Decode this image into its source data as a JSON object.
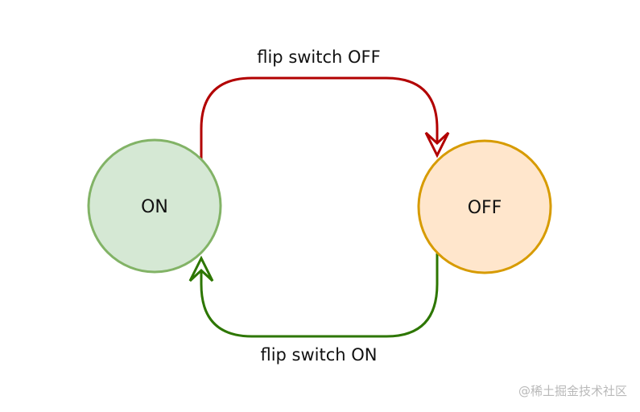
{
  "diagram": {
    "states": [
      {
        "id": "on",
        "label": "ON",
        "fill": "#d5e8d4",
        "stroke": "#82b366"
      },
      {
        "id": "off",
        "label": "OFF",
        "fill": "#ffe6cc",
        "stroke": "#d79b00"
      }
    ],
    "transitions": [
      {
        "from": "on",
        "to": "off",
        "label": "flip switch OFF",
        "color": "#b20000"
      },
      {
        "from": "off",
        "to": "on",
        "label": "flip switch ON",
        "color": "#2d7600"
      }
    ]
  },
  "watermark": "@稀土掘金技术社区"
}
